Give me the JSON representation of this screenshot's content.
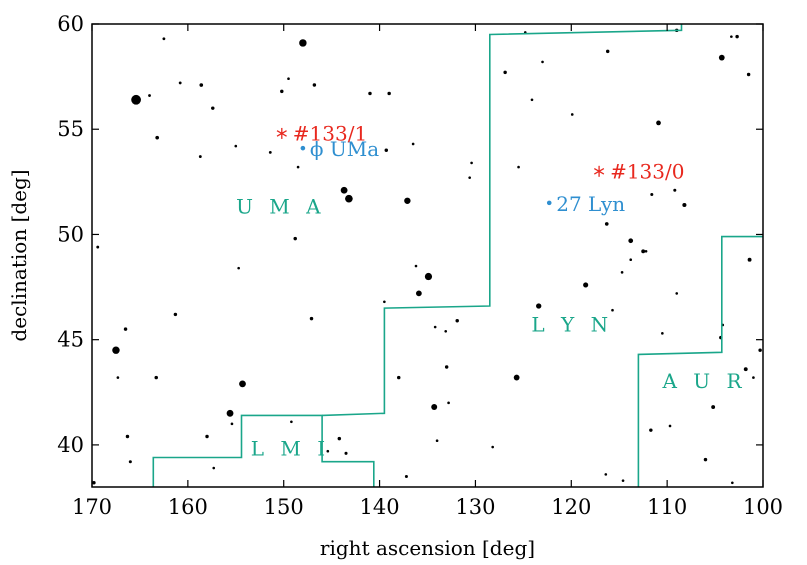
{
  "chart_data": {
    "type": "scatter",
    "title": "",
    "xlabel": "right ascension [deg]",
    "ylabel": "declination [deg]",
    "xlim": [
      170,
      100
    ],
    "ylim": [
      38,
      60
    ],
    "x_reversed": true,
    "xticks": [
      170,
      160,
      150,
      140,
      130,
      120,
      110,
      100
    ],
    "yticks": [
      40,
      45,
      50,
      55,
      60
    ],
    "grid": false,
    "legend": "none",
    "colors": {
      "stars": "#000000",
      "boundaries": "#1aa68a",
      "detections": "#e8281e",
      "named_stars": "#2f8fd0"
    },
    "stars": [
      {
        "x": 165.4,
        "y": 56.4,
        "mag": 2.4
      },
      {
        "x": 148.0,
        "y": 59.1,
        "mag": 3.5
      },
      {
        "x": 143.2,
        "y": 51.7,
        "mag": 3.4
      },
      {
        "x": 143.7,
        "y": 52.1,
        "mag": 3.8
      },
      {
        "x": 137.1,
        "y": 51.6,
        "mag": 4.0
      },
      {
        "x": 134.9,
        "y": 48.0,
        "mag": 3.6
      },
      {
        "x": 135.9,
        "y": 47.2,
        "mag": 4.3
      },
      {
        "x": 167.5,
        "y": 44.5,
        "mag": 3.5
      },
      {
        "x": 154.3,
        "y": 42.9,
        "mag": 3.8
      },
      {
        "x": 155.6,
        "y": 41.5,
        "mag": 3.8
      },
      {
        "x": 134.3,
        "y": 41.8,
        "mag": 4.2
      },
      {
        "x": 125.7,
        "y": 43.2,
        "mag": 4.3
      },
      {
        "x": 104.3,
        "y": 58.4,
        "mag": 4.3
      },
      {
        "x": 118.5,
        "y": 47.6,
        "mag": 4.6
      },
      {
        "x": 123.4,
        "y": 46.6,
        "mag": 4.5
      },
      {
        "x": 110.9,
        "y": 55.3,
        "mag": 4.8
      },
      {
        "x": 113.8,
        "y": 49.7,
        "mag": 4.8
      },
      {
        "x": 108.2,
        "y": 51.4,
        "mag": 5.1
      },
      {
        "x": 101.4,
        "y": 48.8,
        "mag": 5.2
      },
      {
        "x": 105.2,
        "y": 41.8,
        "mag": 5.2
      },
      {
        "x": 101.8,
        "y": 43.6,
        "mag": 5.2
      },
      {
        "x": 112.5,
        "y": 49.2,
        "mag": 5.2
      },
      {
        "x": 116.3,
        "y": 50.5,
        "mag": 5.3
      },
      {
        "x": 163.2,
        "y": 54.6,
        "mag": 5.3
      },
      {
        "x": 158.6,
        "y": 57.1,
        "mag": 5.3
      },
      {
        "x": 157.4,
        "y": 56.0,
        "mag": 5.4
      },
      {
        "x": 150.2,
        "y": 56.8,
        "mag": 5.4
      },
      {
        "x": 146.8,
        "y": 57.1,
        "mag": 5.4
      },
      {
        "x": 141.0,
        "y": 56.7,
        "mag": 5.4
      },
      {
        "x": 139.0,
        "y": 56.7,
        "mag": 5.4
      },
      {
        "x": 139.3,
        "y": 54.0,
        "mag": 5.4
      },
      {
        "x": 148.8,
        "y": 49.8,
        "mag": 5.4
      },
      {
        "x": 147.1,
        "y": 46.0,
        "mag": 5.4
      },
      {
        "x": 161.3,
        "y": 46.2,
        "mag": 5.4
      },
      {
        "x": 166.5,
        "y": 45.5,
        "mag": 5.4
      },
      {
        "x": 163.3,
        "y": 43.2,
        "mag": 5.4
      },
      {
        "x": 166.3,
        "y": 40.4,
        "mag": 5.4
      },
      {
        "x": 158.0,
        "y": 40.4,
        "mag": 5.4
      },
      {
        "x": 144.2,
        "y": 40.3,
        "mag": 5.4
      },
      {
        "x": 143.5,
        "y": 39.6,
        "mag": 5.6
      },
      {
        "x": 131.9,
        "y": 45.9,
        "mag": 5.4
      },
      {
        "x": 133.0,
        "y": 43.7,
        "mag": 5.4
      },
      {
        "x": 138.0,
        "y": 43.2,
        "mag": 5.4
      },
      {
        "x": 126.9,
        "y": 57.7,
        "mag": 5.4
      },
      {
        "x": 116.2,
        "y": 58.7,
        "mag": 5.4
      },
      {
        "x": 109.0,
        "y": 59.7,
        "mag": 5.4
      },
      {
        "x": 102.7,
        "y": 59.4,
        "mag": 5.4
      },
      {
        "x": 101.5,
        "y": 57.6,
        "mag": 5.4
      },
      {
        "x": 111.6,
        "y": 51.9,
        "mag": 5.6
      },
      {
        "x": 109.2,
        "y": 52.1,
        "mag": 5.6
      },
      {
        "x": 111.7,
        "y": 40.7,
        "mag": 5.4
      },
      {
        "x": 104.4,
        "y": 45.1,
        "mag": 5.4
      },
      {
        "x": 100.3,
        "y": 44.5,
        "mag": 5.4
      },
      {
        "x": 106.0,
        "y": 39.3,
        "mag": 5.4
      },
      {
        "x": 169.4,
        "y": 49.4,
        "mag": 5.7
      },
      {
        "x": 169.8,
        "y": 38.2,
        "mag": 5.4
      },
      {
        "x": 166.0,
        "y": 39.2,
        "mag": 5.6
      },
      {
        "x": 162.5,
        "y": 59.3,
        "mag": 5.7
      },
      {
        "x": 160.8,
        "y": 57.2,
        "mag": 5.7
      },
      {
        "x": 164.0,
        "y": 56.6,
        "mag": 5.7
      },
      {
        "x": 158.7,
        "y": 53.7,
        "mag": 5.7
      },
      {
        "x": 155.0,
        "y": 54.2,
        "mag": 5.8
      },
      {
        "x": 149.5,
        "y": 57.4,
        "mag": 5.8
      },
      {
        "x": 151.4,
        "y": 53.9,
        "mag": 5.7
      },
      {
        "x": 136.5,
        "y": 54.3,
        "mag": 5.8
      },
      {
        "x": 125.5,
        "y": 53.2,
        "mag": 5.8
      },
      {
        "x": 130.4,
        "y": 53.4,
        "mag": 5.8
      },
      {
        "x": 130.6,
        "y": 52.7,
        "mag": 5.8
      },
      {
        "x": 124.8,
        "y": 59.6,
        "mag": 5.8
      },
      {
        "x": 123.0,
        "y": 58.2,
        "mag": 5.8
      },
      {
        "x": 124.1,
        "y": 56.4,
        "mag": 5.8
      },
      {
        "x": 119.9,
        "y": 55.7,
        "mag": 5.8
      },
      {
        "x": 114.7,
        "y": 48.2,
        "mag": 5.8
      },
      {
        "x": 113.8,
        "y": 48.8,
        "mag": 5.8
      },
      {
        "x": 112.2,
        "y": 49.2,
        "mag": 5.8
      },
      {
        "x": 109.0,
        "y": 47.2,
        "mag": 5.8
      },
      {
        "x": 110.5,
        "y": 45.3,
        "mag": 5.8
      },
      {
        "x": 109.7,
        "y": 40.9,
        "mag": 5.8
      },
      {
        "x": 104.2,
        "y": 45.7,
        "mag": 5.8
      },
      {
        "x": 103.3,
        "y": 59.4,
        "mag": 5.8
      },
      {
        "x": 114.6,
        "y": 38.3,
        "mag": 5.8
      },
      {
        "x": 154.7,
        "y": 48.4,
        "mag": 5.8
      },
      {
        "x": 167.3,
        "y": 43.2,
        "mag": 5.8
      },
      {
        "x": 155.4,
        "y": 41.0,
        "mag": 5.8
      },
      {
        "x": 149.2,
        "y": 41.1,
        "mag": 5.8
      },
      {
        "x": 145.4,
        "y": 39.7,
        "mag": 5.8
      },
      {
        "x": 157.3,
        "y": 38.9,
        "mag": 5.8
      },
      {
        "x": 136.2,
        "y": 48.5,
        "mag": 5.8
      },
      {
        "x": 139.5,
        "y": 46.8,
        "mag": 5.8
      },
      {
        "x": 134.2,
        "y": 45.6,
        "mag": 5.8
      },
      {
        "x": 133.1,
        "y": 45.4,
        "mag": 5.8
      },
      {
        "x": 134.0,
        "y": 40.2,
        "mag": 5.8
      },
      {
        "x": 132.8,
        "y": 42.0,
        "mag": 5.8
      },
      {
        "x": 137.2,
        "y": 38.5,
        "mag": 5.6
      },
      {
        "x": 128.2,
        "y": 39.9,
        "mag": 5.8
      },
      {
        "x": 115.7,
        "y": 46.4,
        "mag": 5.8
      },
      {
        "x": 116.4,
        "y": 38.6,
        "mag": 5.8
      },
      {
        "x": 103.2,
        "y": 38.2,
        "mag": 5.8
      },
      {
        "x": 101.0,
        "y": 43.2,
        "mag": 5.8
      },
      {
        "x": 148.5,
        "y": 53.2,
        "mag": 5.8
      }
    ],
    "boundaries": [
      [
        [
          170,
          38.0
        ],
        [
          170,
          38.0
        ]
      ],
      [
        [
          163.6,
          38.0
        ],
        [
          163.6,
          39.4
        ],
        [
          154.4,
          39.4
        ],
        [
          154.4,
          41.4
        ],
        [
          146.0,
          41.4
        ],
        [
          146.0,
          39.2
        ],
        [
          140.6,
          39.2
        ],
        [
          140.6,
          38.0
        ]
      ],
      [
        [
          146.0,
          41.4
        ],
        [
          139.5,
          41.5
        ],
        [
          139.5,
          46.5
        ],
        [
          128.5,
          46.6
        ],
        [
          128.5,
          59.5
        ],
        [
          108.5,
          59.7
        ],
        [
          108.5,
          60.0
        ]
      ],
      [
        [
          113.0,
          38.0
        ],
        [
          113.0,
          44.3
        ],
        [
          104.3,
          44.4
        ],
        [
          104.3,
          49.9
        ],
        [
          100.0,
          49.9
        ]
      ]
    ],
    "constellations": [
      {
        "label": "U M A",
        "x": 150.3,
        "y": 51.0
      },
      {
        "label": "L Y N",
        "x": 119.9,
        "y": 45.4
      },
      {
        "label": "L M I",
        "x": 149.3,
        "y": 39.5
      },
      {
        "label": "A U R",
        "x": 106.1,
        "y": 42.7
      }
    ],
    "detections": [
      {
        "label": "#133/1",
        "x": 150.2,
        "y": 54.8
      },
      {
        "label": "#133/0",
        "x": 117.1,
        "y": 53.0
      }
    ],
    "named_stars": [
      {
        "label": "ϕ UMa",
        "x": 148.0,
        "y": 54.1
      },
      {
        "label": "27 Lyn",
        "x": 122.3,
        "y": 51.5
      }
    ]
  }
}
